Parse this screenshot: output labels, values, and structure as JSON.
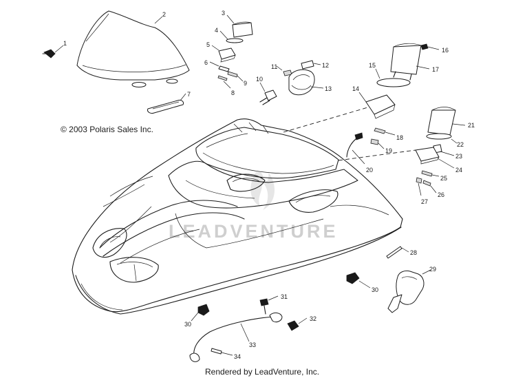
{
  "diagram": {
    "copyright": "© 2003 Polaris Sales Inc.",
    "rendered_by": "Rendered by LeadVenture, Inc.",
    "watermark": "LEADVENTURE",
    "callouts": [
      "1",
      "2",
      "3",
      "4",
      "5",
      "6",
      "7",
      "8",
      "9",
      "10",
      "11",
      "12",
      "13",
      "14",
      "15",
      "16",
      "17",
      "18",
      "19",
      "20",
      "21",
      "22",
      "23",
      "24",
      "25",
      "26",
      "27",
      "28",
      "29",
      "30",
      "30",
      "31",
      "32",
      "33",
      "34"
    ]
  },
  "colors": {
    "line": "#1a1a1a",
    "watermark": "#cfcfcf",
    "background": "#ffffff"
  }
}
